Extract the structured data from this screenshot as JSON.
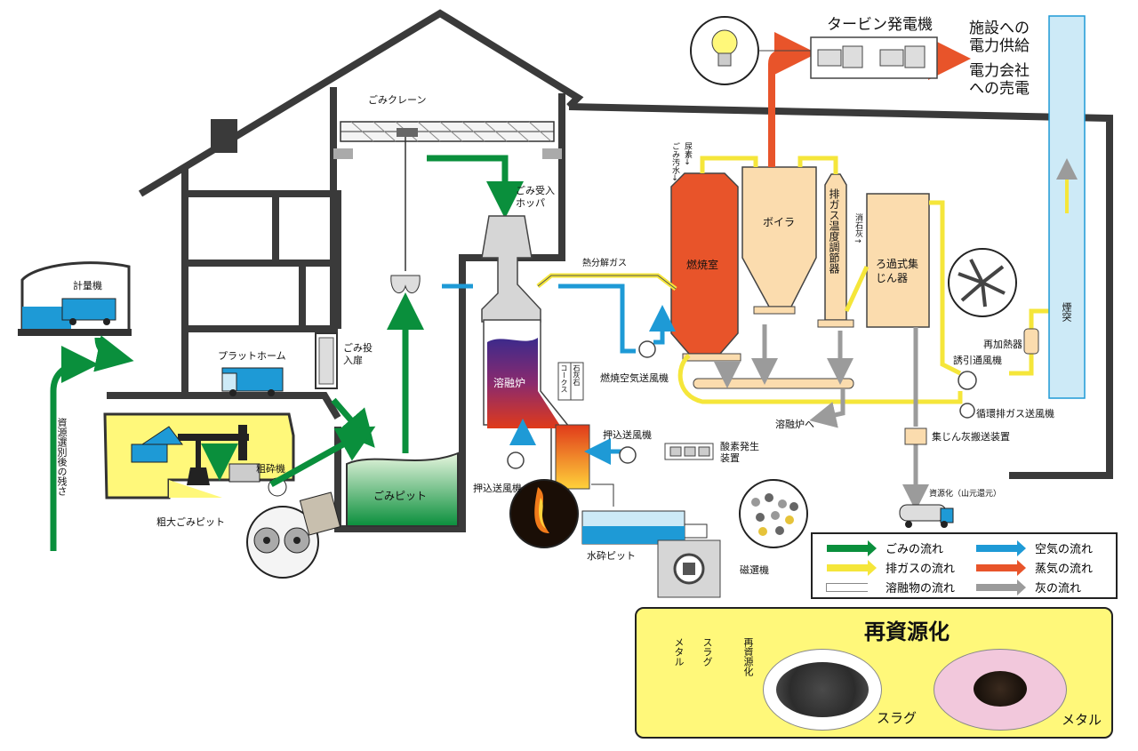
{
  "colors": {
    "garbage_flow": "#0a8f3c",
    "air_flow": "#1e9ad6",
    "exhaust_flow": "#f5e63a",
    "steam_flow": "#e8542a",
    "molten_flow": "#ffffff",
    "ash_flow": "#9b9b9b",
    "equipment_fill": "#fbdcae",
    "pit_fill": "#fff87a",
    "building_line": "#3a3a3a"
  },
  "labels": {
    "scale": "計量機",
    "residue": "資源選別後の残さ",
    "platform": "プラットホーム",
    "garbage_door": "ごみ投入扉",
    "bulky_pit": "粗大ごみピット",
    "crusher": "粗砕機",
    "garbage_pit": "ごみピット",
    "crane": "ごみクレーン",
    "hopper": "ごみ受入ホッパ",
    "melting_furnace": "溶融炉",
    "coke": "コークス",
    "limestone": "石灰石",
    "pyrolysis_gas": "熱分解ガス",
    "combustion_air_fan": "燃焼空気送風機",
    "push_fan_1": "押込送風機",
    "push_fan_2": "押込送風機",
    "oxygen_gen": "酸素発生装置",
    "water_pit": "水砕ピット",
    "magnetic_sep": "磁選機",
    "combustion_chamber": "燃焼室",
    "boiler": "ボイラ",
    "gas_temp": "排ガス温度調節器",
    "bag_filter": "ろ過式集じん器",
    "urea": "尿素↓",
    "waste_water": "ごみ汚水↓",
    "slaked_lime": "消石灰→",
    "reheater": "再加熱器",
    "induced_fan": "誘引通風機",
    "recirc_fan": "循環排ガス送風機",
    "to_furnace": "溶融炉へ",
    "dust_transport": "集じん灰搬送装置",
    "recycle_note": "資源化（山元還元）",
    "chimney": "煙突",
    "turbine": "タービン発電機",
    "supply": "施設への電力供給",
    "sell": "電力会社への売電",
    "recycling_title": "再資源化",
    "metal_silo": "メタル",
    "slag_silo": "スラグ",
    "recycle_vert": "再資源化",
    "slag": "スラグ",
    "metal": "メタル"
  },
  "legend": [
    {
      "label": "ごみの流れ",
      "color": "#0a8f3c"
    },
    {
      "label": "空気の流れ",
      "color": "#1e9ad6"
    },
    {
      "label": "排ガスの流れ",
      "color": "#f5e63a"
    },
    {
      "label": "蒸気の流れ",
      "color": "#e8542a"
    },
    {
      "label": "溶融物の流れ",
      "color": "#ffffff"
    },
    {
      "label": "灰の流れ",
      "color": "#9b9b9b"
    }
  ]
}
